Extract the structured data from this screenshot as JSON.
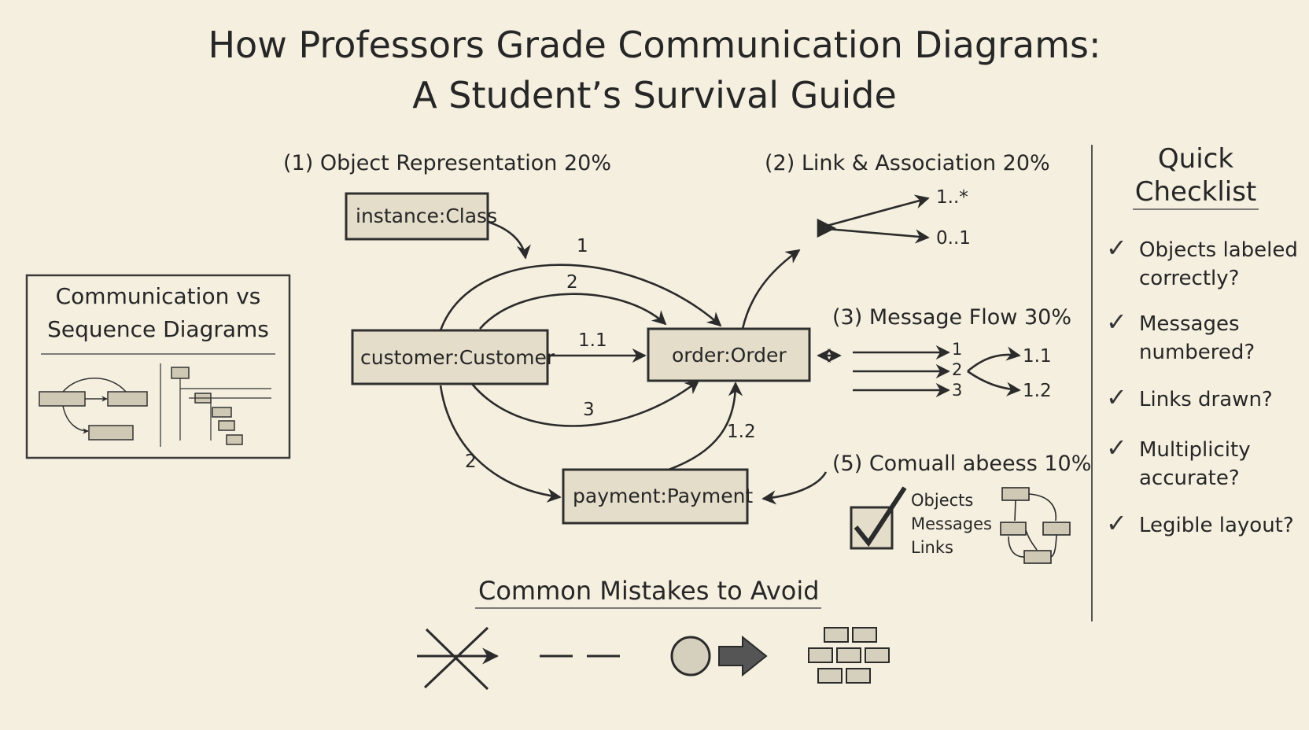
{
  "title_line1": "How Professors Grade Communication Diagrams:",
  "title_line2": "A Student’s Survival Guide",
  "sections": {
    "object_representation": "(1) Object Representation 20%",
    "link_association": "(2) Link & Association 20%",
    "message_flow": "(3) Message Flow 30%",
    "fifth": "(5) Comuall abeess 10%",
    "common_mistakes": "Common Mistakes to Avoid"
  },
  "objects": {
    "instance": "instance:Class",
    "customer": "customer:Customer",
    "order": "order:Order",
    "payment": "payment:Payment"
  },
  "messages": {
    "m1": "1",
    "m2_top": "2",
    "m1_1": "1.1",
    "m3": "3",
    "m2_bottom": "2",
    "m1_2": "1.2"
  },
  "multiplicity": {
    "upper": "1..*",
    "lower": "0..1"
  },
  "flow_labels": {
    "n1": "1",
    "n2": "2",
    "n3": "3",
    "n1_1": "1.1",
    "n1_2": "1.2"
  },
  "comparison_box": {
    "line1": "Communication vs",
    "line2": "Sequence Diagrams"
  },
  "legend_list": [
    "Objects",
    "Messages",
    "Links"
  ],
  "checklist": {
    "title_line1": "Quick",
    "title_line2": "Checklist",
    "items": [
      {
        "line1": "Objects labeled",
        "line2": "correctly?"
      },
      {
        "line1": "Messages",
        "line2": "numbered?"
      },
      {
        "line1": "Links drawn?",
        "line2": ""
      },
      {
        "line1": "Multiplicity",
        "line2": "accurate?"
      },
      {
        "line1": "Legible layout?",
        "line2": ""
      }
    ]
  },
  "colors": {
    "paper": "#f4efdf",
    "ink": "#2b2b2b",
    "box_fill": "#e4ddc9"
  }
}
